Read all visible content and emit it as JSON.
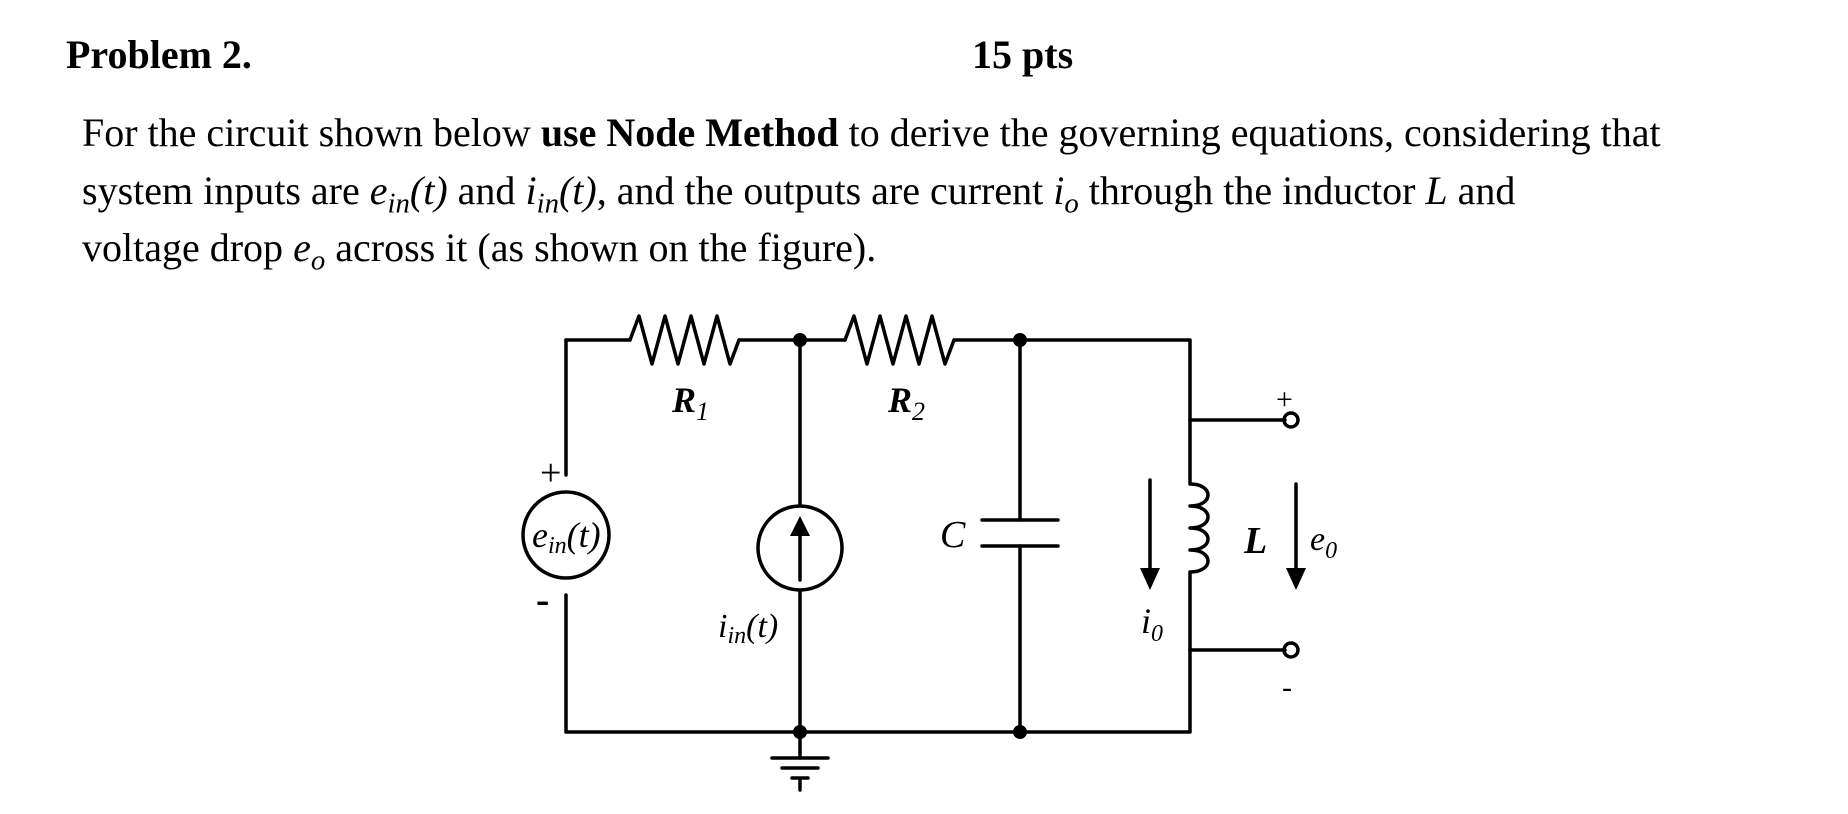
{
  "problem": {
    "title": "Problem 2.",
    "points": "15 pts"
  },
  "statement": {
    "t1": "For the circuit shown below ",
    "t2": "use Node Method",
    "t3": " to derive the governing equations, considering that",
    "t4": "system inputs are ",
    "t5": "e",
    "t6": "in",
    "t7": "(t)",
    "t8": " and ",
    "t9": "i",
    "t10": "in",
    "t11": "(t)",
    "t12": ", and the outputs are current ",
    "t13": "i",
    "t14": "o",
    "t15": " through the inductor ",
    "t16": "L",
    "t17": " and",
    "t18": "voltage drop ",
    "t19": "e",
    "t20": "o",
    "t21": " across it (as shown on the figure)."
  },
  "circuit": {
    "r1_main": "R",
    "r1_sub": "1",
    "r2_main": "R",
    "r2_sub": "2",
    "cap_label": "C",
    "ind_label": "L",
    "vsrc_main": "e",
    "vsrc_sub": "in",
    "vsrc_arg": "(t)",
    "vsrc_plus": "+",
    "vsrc_minus": "-",
    "isrc_main": "i",
    "isrc_sub": "in",
    "isrc_arg": "(t)",
    "io_main": "i",
    "io_sub": "0",
    "eo_main": "e",
    "eo_sub": "0",
    "out_plus": "+",
    "out_minus": "-"
  }
}
